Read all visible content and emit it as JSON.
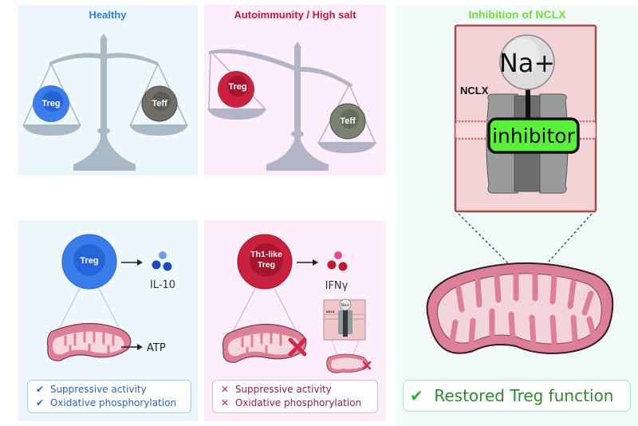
{
  "panels": {
    "healthy": {
      "title": "Healthy",
      "scale": {
        "left_label": "Treg",
        "right_label": "Teff",
        "balance": "level"
      },
      "cell_label": "Treg",
      "cytokine_label": "IL-10",
      "energy_label": "ATP",
      "outcomes": [
        {
          "icon": "check",
          "text": "Suppressive activity"
        },
        {
          "icon": "check",
          "text": "Oxidative phosphorylation"
        }
      ]
    },
    "autoimmunity": {
      "title": "Autoimmunity / High salt",
      "scale": {
        "left_label": "Treg",
        "right_label": "Teff",
        "balance": "tipped toward Teff"
      },
      "cell_label_line1": "Th1-like",
      "cell_label_line2": "Treg",
      "cytokine_label": "IFNγ",
      "inset_transporter_label": "NCLX",
      "inset_ion_label": "Na+",
      "outcomes": [
        {
          "icon": "cross",
          "text": "Suppressive activity"
        },
        {
          "icon": "cross",
          "text": "Oxidative phosphorylation"
        }
      ]
    },
    "inhibition": {
      "title": "Inhibition of NCLX",
      "transporter_label": "NCLX",
      "ion_label": "Na+",
      "inhibitor_label": "inhibitor",
      "outcome": {
        "icon": "check",
        "text": "Restored Treg function"
      }
    }
  },
  "colors": {
    "healthy_title": "#2f7ee0",
    "auto_title": "#c01a3a",
    "inhibition_title": "#6fe03a",
    "treg_blue": "#3b7de8",
    "treg_red": "#c8203f",
    "teff_gray": "#6f6f68",
    "mito_fill": "#dc8098",
    "inhibitor_green": "#5bef3c"
  },
  "symbols": {
    "check": "✔",
    "cross": "✕"
  }
}
